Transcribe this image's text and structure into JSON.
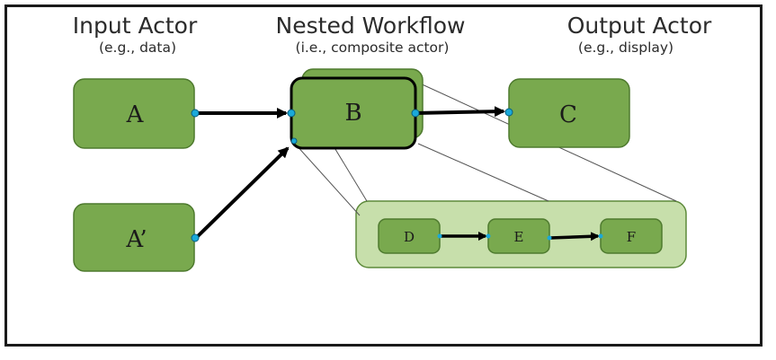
{
  "headers": {
    "input": {
      "title": "Input Actor",
      "subtitle": "(e.g., data)"
    },
    "nested": {
      "title": "Nested Workflow",
      "subtitle": "(i.e., composite actor)"
    },
    "output": {
      "title": "Output Actor",
      "subtitle": "(e.g., display)"
    }
  },
  "nodes": {
    "a": "A",
    "a_prime": "A’",
    "b": "B",
    "c": "C"
  },
  "inner_nodes": {
    "d": "D",
    "e": "E",
    "f": "F"
  },
  "colors": {
    "node_fill": "#79a94e",
    "node_stroke": "#4e7a2e",
    "panel_fill": "#c7dfab",
    "port": "#1aa9d9",
    "border": "#1a1a1a"
  }
}
